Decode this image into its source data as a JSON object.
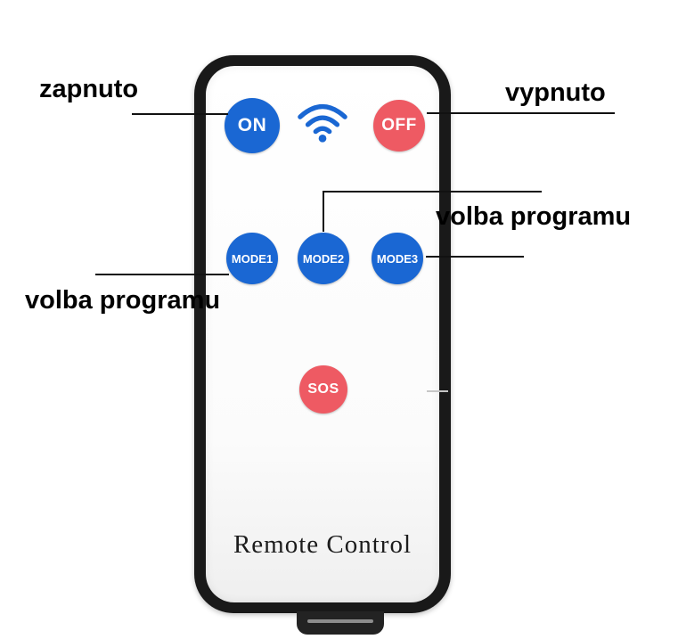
{
  "annotations": {
    "zapnuto": {
      "label": "zapnuto"
    },
    "vypnuto": {
      "label": "vypnuto"
    },
    "volba_left": {
      "label": "volba programu"
    },
    "volba_right": {
      "label": "volba programu"
    }
  },
  "remote": {
    "brand": {
      "label": "Remote Control"
    },
    "buttons": {
      "on": {
        "label": "ON"
      },
      "off": {
        "label": "OFF"
      },
      "mode1": {
        "label": "MODE1"
      },
      "mode2": {
        "label": "MODE2"
      },
      "mode3": {
        "label": "MODE3"
      },
      "sos": {
        "label": "SOS"
      }
    },
    "icons": {
      "wifi": "wifi-signal-icon"
    }
  },
  "colors": {
    "button_blue": "#1a67d3",
    "button_red": "#ee5a63",
    "remote_border": "#191919",
    "annotation_line": "#111111"
  }
}
